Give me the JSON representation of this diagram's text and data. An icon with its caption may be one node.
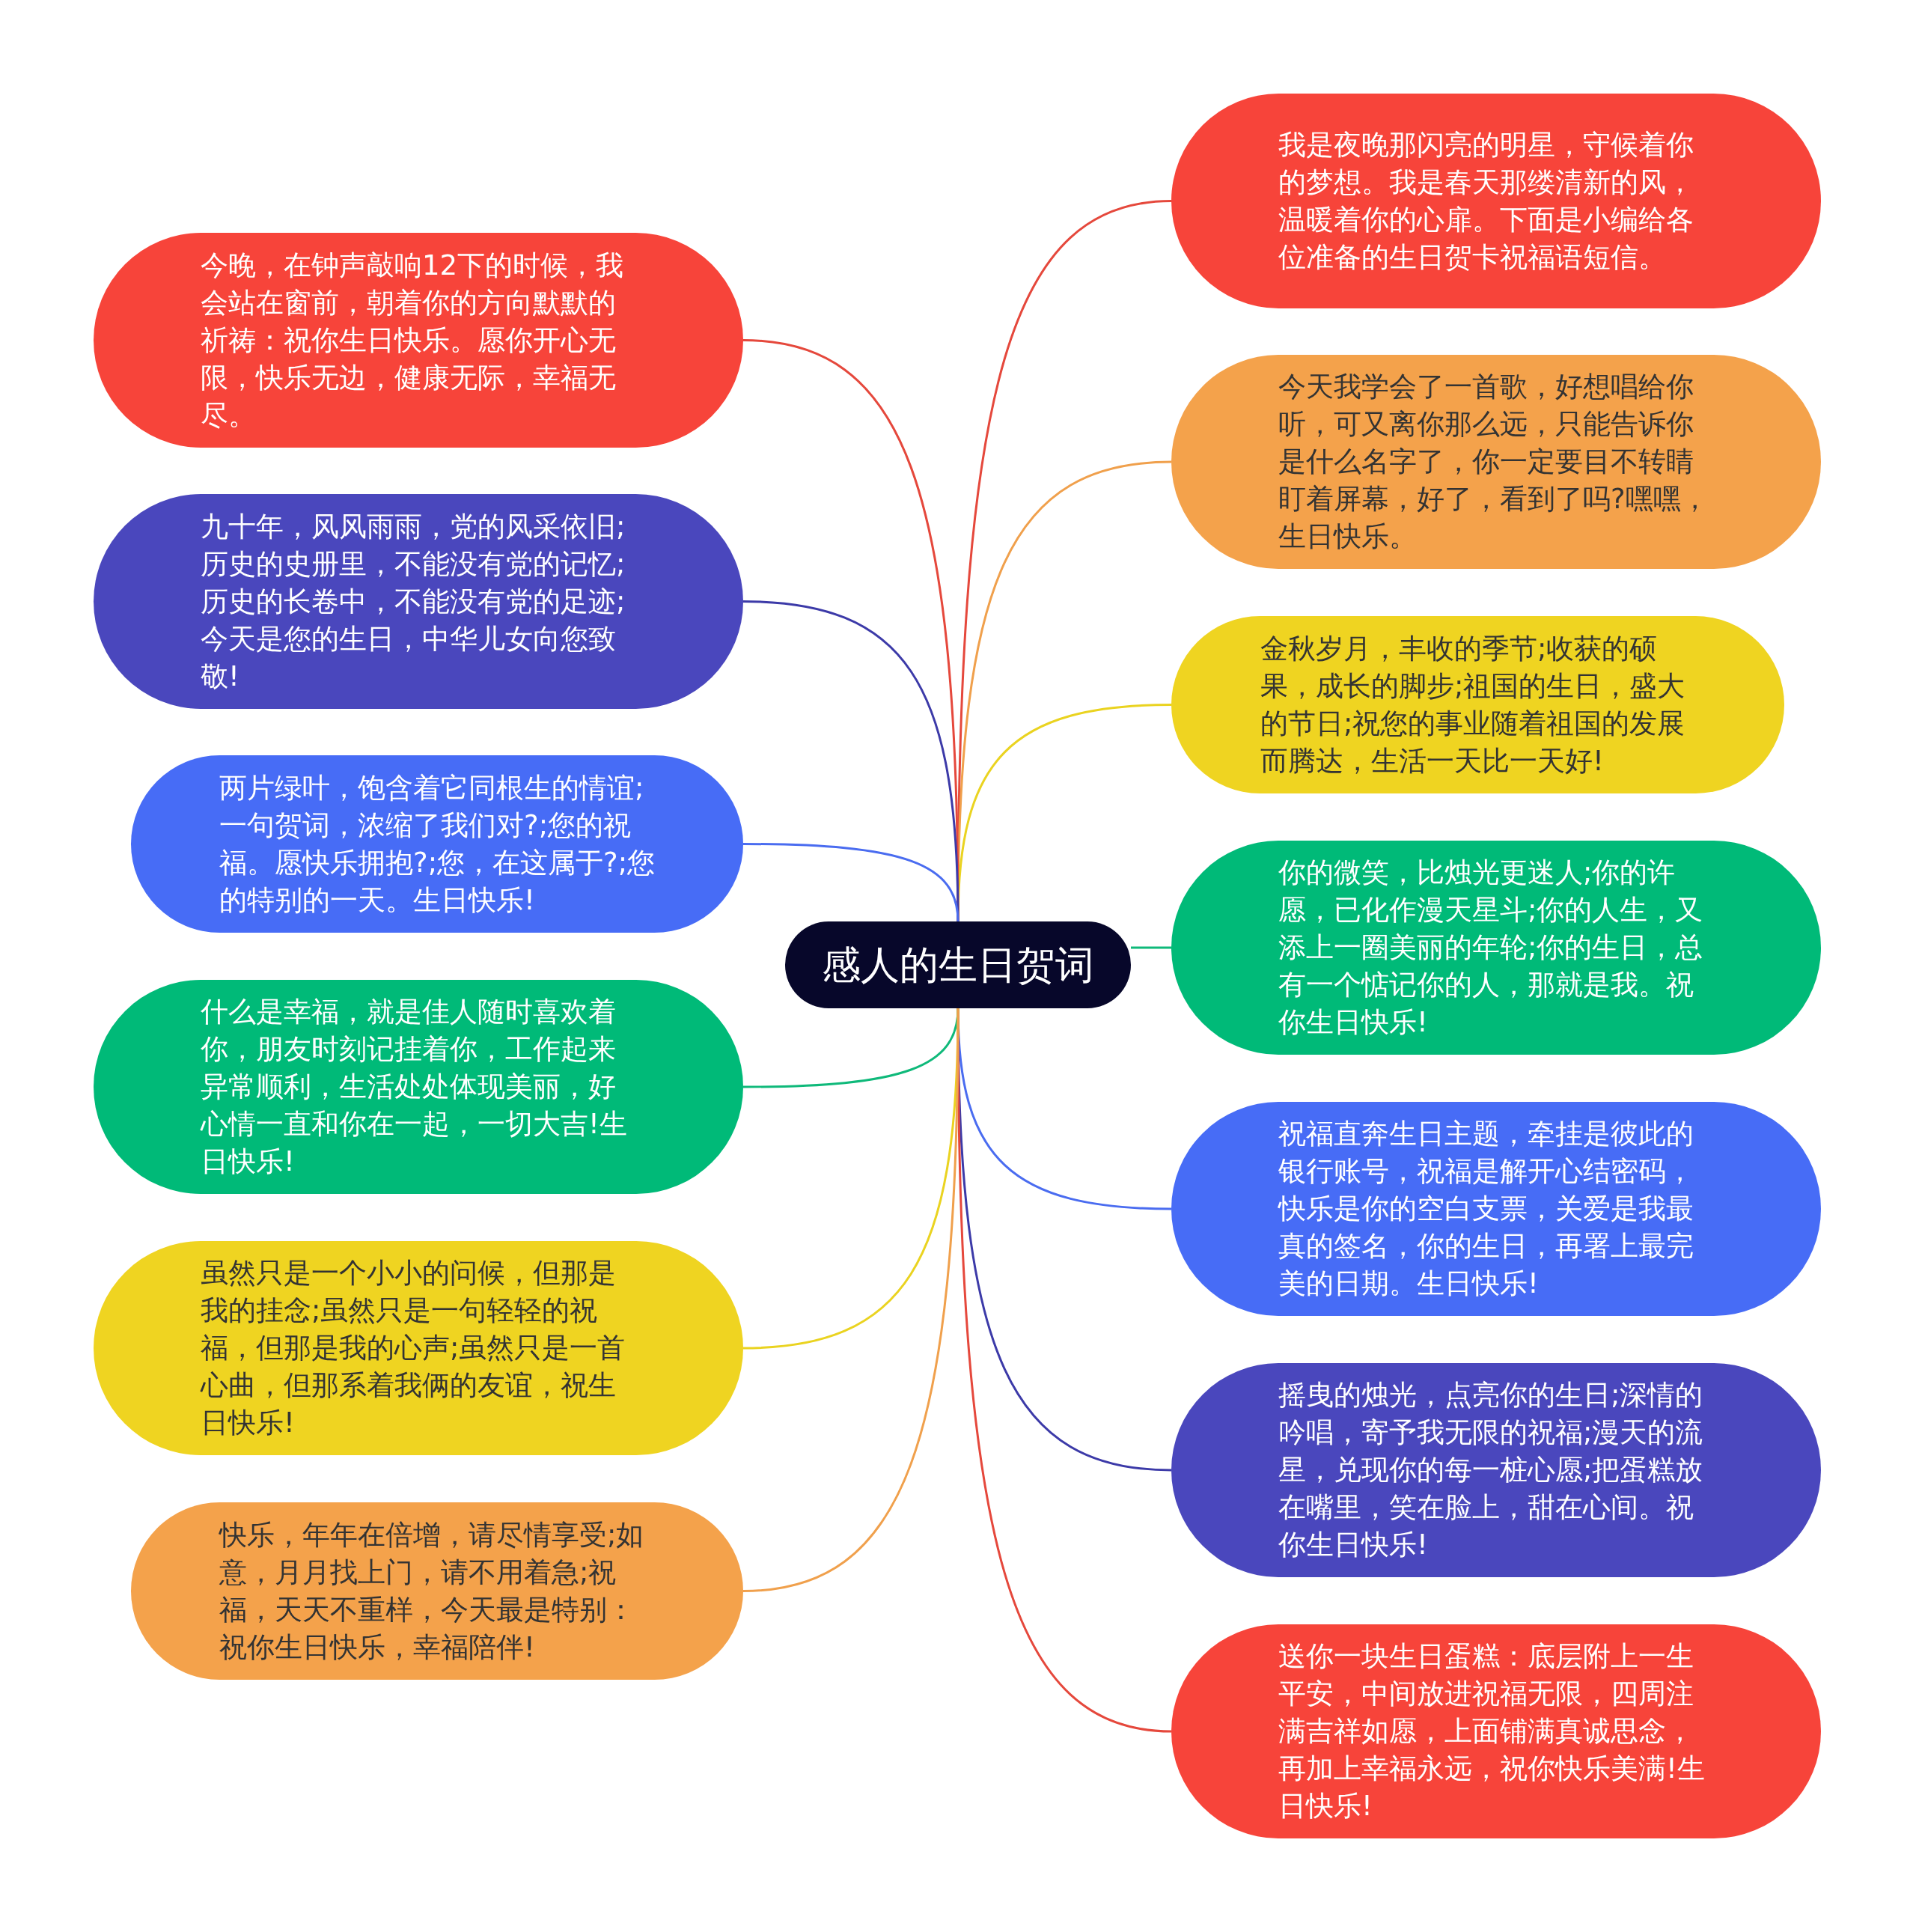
{
  "diagram": {
    "nodes": [
      {
        "text": [
          "感人的生日贺词"
        ]
      },
      {
        "text": [
          "我是夜晚那闪亮的明星，守候着你的梦想。我是春天那缕清新的风，温暖着你的心扉。下面是小编给各位准备的生日贺卡祝福语短信。"
        ]
      },
      {
        "text": [
          "今天我学会了一首歌，好想唱给你听，可又离你那么远，只能告诉你是什么名字了，你一定要目不转睛盯着屏幕，好了，看到了吗?嘿嘿，生日快乐。"
        ]
      },
      {
        "text": [
          "金秋岁月，丰收的季节;收获的硕果，成长的脚步;祖国的生日，盛大的节日;祝您的事业随着祖国的发展而腾达，生活一天比一天好!"
        ]
      },
      {
        "text": [
          "你的微笑，比烛光更迷人;你的许愿，已化作漫天星斗;你的人生，又添上一圈美丽的年轮;你的生日，总有一个惦记你的人，那就是我。祝你生日快乐!"
        ]
      },
      {
        "text": [
          "祝福直奔生日主题，牵挂是彼此的银行账号，祝福是解开心结密码，快乐是你的空白支票，关爱是我最真的签名，你的生日，再署上最完美的日期。生日快乐!"
        ]
      },
      {
        "text": [
          "摇曳的烛光，点亮你的生日;深情的吟唱，寄予我无限的祝福;漫天的流星，兑现你的每一桩心愿;把蛋糕放在嘴里，笑在脸上，甜在心间。祝你生日快乐!"
        ]
      },
      {
        "text": [
          "送你一块生日蛋糕：底层附上一生平安，中间放进祝福无限，四周注满吉祥如愿，上面铺满真诚思念，再加上幸福永远，祝你快乐美满!生日快乐!"
        ]
      },
      {
        "text": [
          "今晚，在钟声敲响12下的时候，我会站在窗前，朝着你的方向默默的祈祷：祝你生日快乐。愿你开心无限，快乐无边，健康无际，幸福无尽。"
        ]
      },
      {
        "text": [
          "九十年，风风雨雨，党的风采依旧;历史的史册里，不能没有党的记忆;历史的长卷中，不能没有党的足迹;今天是您的生日，中华儿女向您致敬!"
        ]
      },
      {
        "text": [
          "两片绿叶，饱含着它同根生的情谊;一句贺词，浓缩了我们对?;您的祝福。愿快乐拥抱?;您，在这属于?;您的特别的一天。生日快乐!"
        ]
      },
      {
        "text": [
          "什么是幸福，就是佳人随时喜欢着你，朋友时刻记挂着你，工作起来异常顺利，生活处处体现美丽，好心情一直和你在一起，一切大吉!生日快乐!"
        ]
      },
      {
        "text": [
          "虽然只是一个小小的问候，但那是我的挂念;虽然只是一句轻轻的祝福，但那是我的心声;虽然只是一首心曲，但那系着我俩的友谊，祝生日快乐!"
        ]
      },
      {
        "text": [
          "快乐，年年在倍增，请尽情享受;如意，月月找上门，请不用着急;祝福，天天不重样，今天最是特别：祝你生日快乐，幸福陪伴!"
        ]
      }
    ],
    "edges": [
      {
        "from": 0,
        "to": 1,
        "arrow": "none",
        "color": "#e5483c"
      },
      {
        "from": 0,
        "to": 2,
        "arrow": "none",
        "color": "#f0a04c"
      },
      {
        "from": 0,
        "to": 3,
        "arrow": "none",
        "color": "#ead320"
      },
      {
        "from": 0,
        "to": 4,
        "arrow": "none",
        "color": "#0fb97a"
      },
      {
        "from": 0,
        "to": 5,
        "arrow": "none",
        "color": "#4a6cf0"
      },
      {
        "from": 0,
        "to": 6,
        "arrow": "none",
        "color": "#3c3aa8"
      },
      {
        "from": 0,
        "to": 7,
        "arrow": "none",
        "color": "#e5483c"
      },
      {
        "from": 0,
        "to": 8,
        "arrow": "none",
        "color": "#e5483c"
      },
      {
        "from": 0,
        "to": 9,
        "arrow": "none",
        "color": "#3c3aa8"
      },
      {
        "from": 0,
        "to": 10,
        "arrow": "none",
        "color": "#4a6cf0"
      },
      {
        "from": 0,
        "to": 11,
        "arrow": "none",
        "color": "#0fb97a"
      },
      {
        "from": 0,
        "to": 12,
        "arrow": "none",
        "color": "#ead320"
      },
      {
        "from": 0,
        "to": 13,
        "arrow": "none",
        "color": "#f0a04c"
      }
    ]
  }
}
